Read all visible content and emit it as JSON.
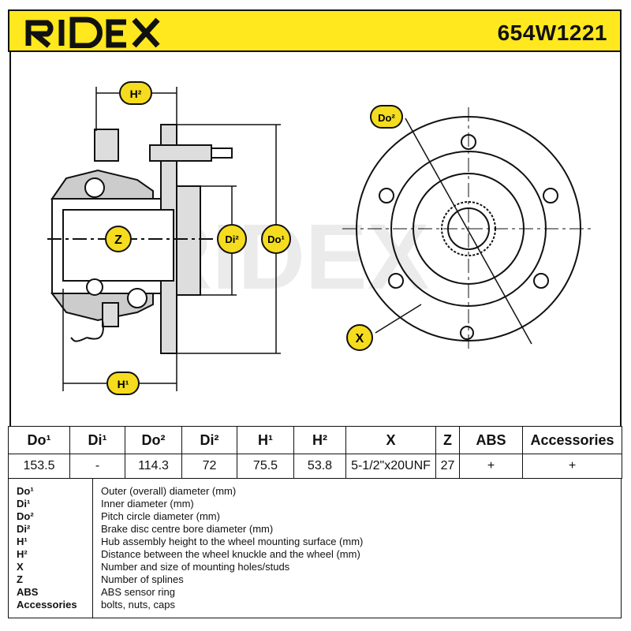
{
  "header": {
    "brand": "RIDEX",
    "part_number": "654W1221",
    "brand_color": "#111111",
    "header_bg": "#ffe81e"
  },
  "drawing": {
    "labels": {
      "h2": "H²",
      "h1": "H¹",
      "z": "Z",
      "di2": "Di²",
      "do1": "Do¹",
      "do2": "Do²",
      "x": "X"
    },
    "label_fill": "#f5dc1e",
    "watermark": "RIDEX"
  },
  "spec": {
    "headers": [
      "Do¹",
      "Di¹",
      "Do²",
      "Di²",
      "H¹",
      "H²",
      "X",
      "Z",
      "ABS",
      "Accessories"
    ],
    "values": [
      "153.5",
      "-",
      "114.3",
      "72",
      "75.5",
      "53.8",
      "5-1/2\"x20UNF",
      "27",
      "+",
      "+"
    ]
  },
  "legend": {
    "items": [
      {
        "key": "Do¹",
        "text": "Outer (overall) diameter (mm)"
      },
      {
        "key": "Di¹",
        "text": "Inner diameter (mm)"
      },
      {
        "key": "Do²",
        "text": "Pitch circle diameter (mm)"
      },
      {
        "key": "Di²",
        "text": "Brake disc centre bore diameter (mm)"
      },
      {
        "key": "H¹",
        "text": "Hub assembly height to the wheel mounting surface (mm)"
      },
      {
        "key": "H²",
        "text": "Distance between the wheel knuckle and the wheel (mm)"
      },
      {
        "key": "X",
        "text": "Number and size of mounting holes/studs"
      },
      {
        "key": "Z",
        "text": "Number of splines"
      },
      {
        "key": "ABS",
        "text": "ABS sensor ring"
      },
      {
        "key": "Accessories",
        "text": "bolts, nuts, caps"
      }
    ]
  }
}
